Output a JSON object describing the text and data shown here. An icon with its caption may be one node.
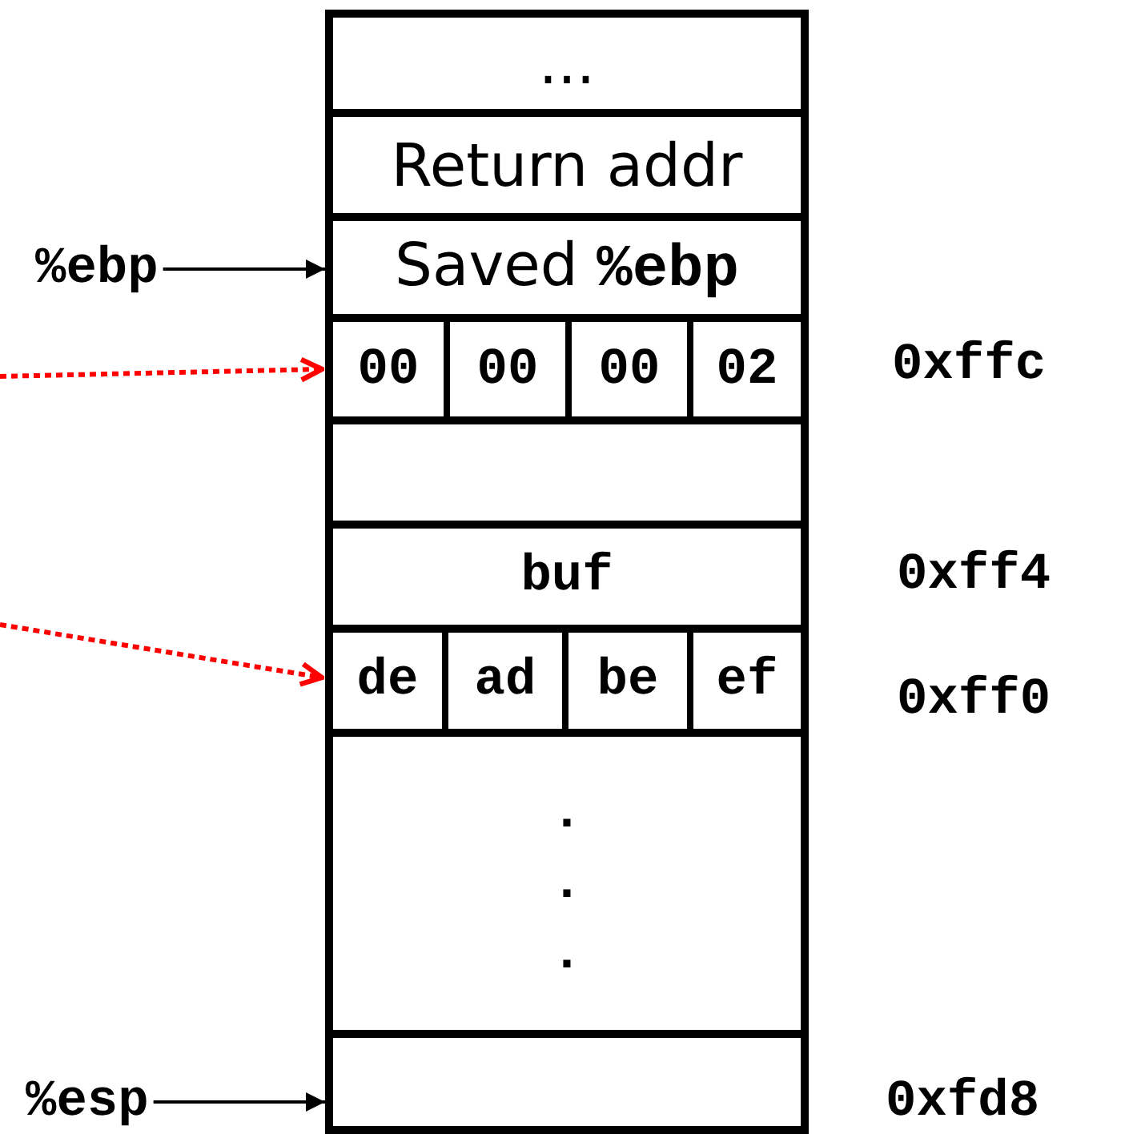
{
  "diagram": {
    "nodes": [
      {
        "text": [
          "..."
        ]
      },
      {
        "text": [
          "Return addr"
        ]
      },
      {
        "text": [
          "Saved **%ebp**"
        ]
      },
      {
        "text": [],
        "shape": "box"
      },
      {
        "text": [
          "00"
        ],
        "in": 3
      },
      {
        "text": [
          "00"
        ],
        "in": 3
      },
      {
        "text": [
          "00"
        ],
        "in": 3
      },
      {
        "text": [
          "02"
        ],
        "in": 3
      },
      {
        "text": [],
        "shape": "box"
      },
      {
        "text": [
          "buf"
        ]
      },
      {
        "text": [],
        "shape": "box"
      },
      {
        "text": [
          "de"
        ],
        "in": 10
      },
      {
        "text": [
          "ad"
        ],
        "in": 10
      },
      {
        "text": [
          "be"
        ],
        "in": 10
      },
      {
        "text": [
          "ef"
        ],
        "in": 10
      },
      {
        "text": [
          ".",
          ".",
          "."
        ]
      },
      {
        "text": [],
        "shape": "box"
      },
      {
        "text": [
          "%ebp"
        ]
      },
      {
        "text": [
          "%esp"
        ]
      }
    ],
    "edges": [
      {
        "from": 17,
        "to": 2,
        "arrow": "to"
      },
      {
        "from": null,
        "to": 3,
        "arrow": "to",
        "style": "dashed",
        "color": "#ff0000"
      },
      {
        "from": null,
        "to": 10,
        "arrow": "to",
        "style": "dashed",
        "color": "#ff0000"
      },
      {
        "from": 18,
        "to": 16,
        "arrow": "to"
      }
    ],
    "labels": [
      "0xffc",
      "0xff4",
      "0xff0",
      "0xfd8"
    ]
  }
}
